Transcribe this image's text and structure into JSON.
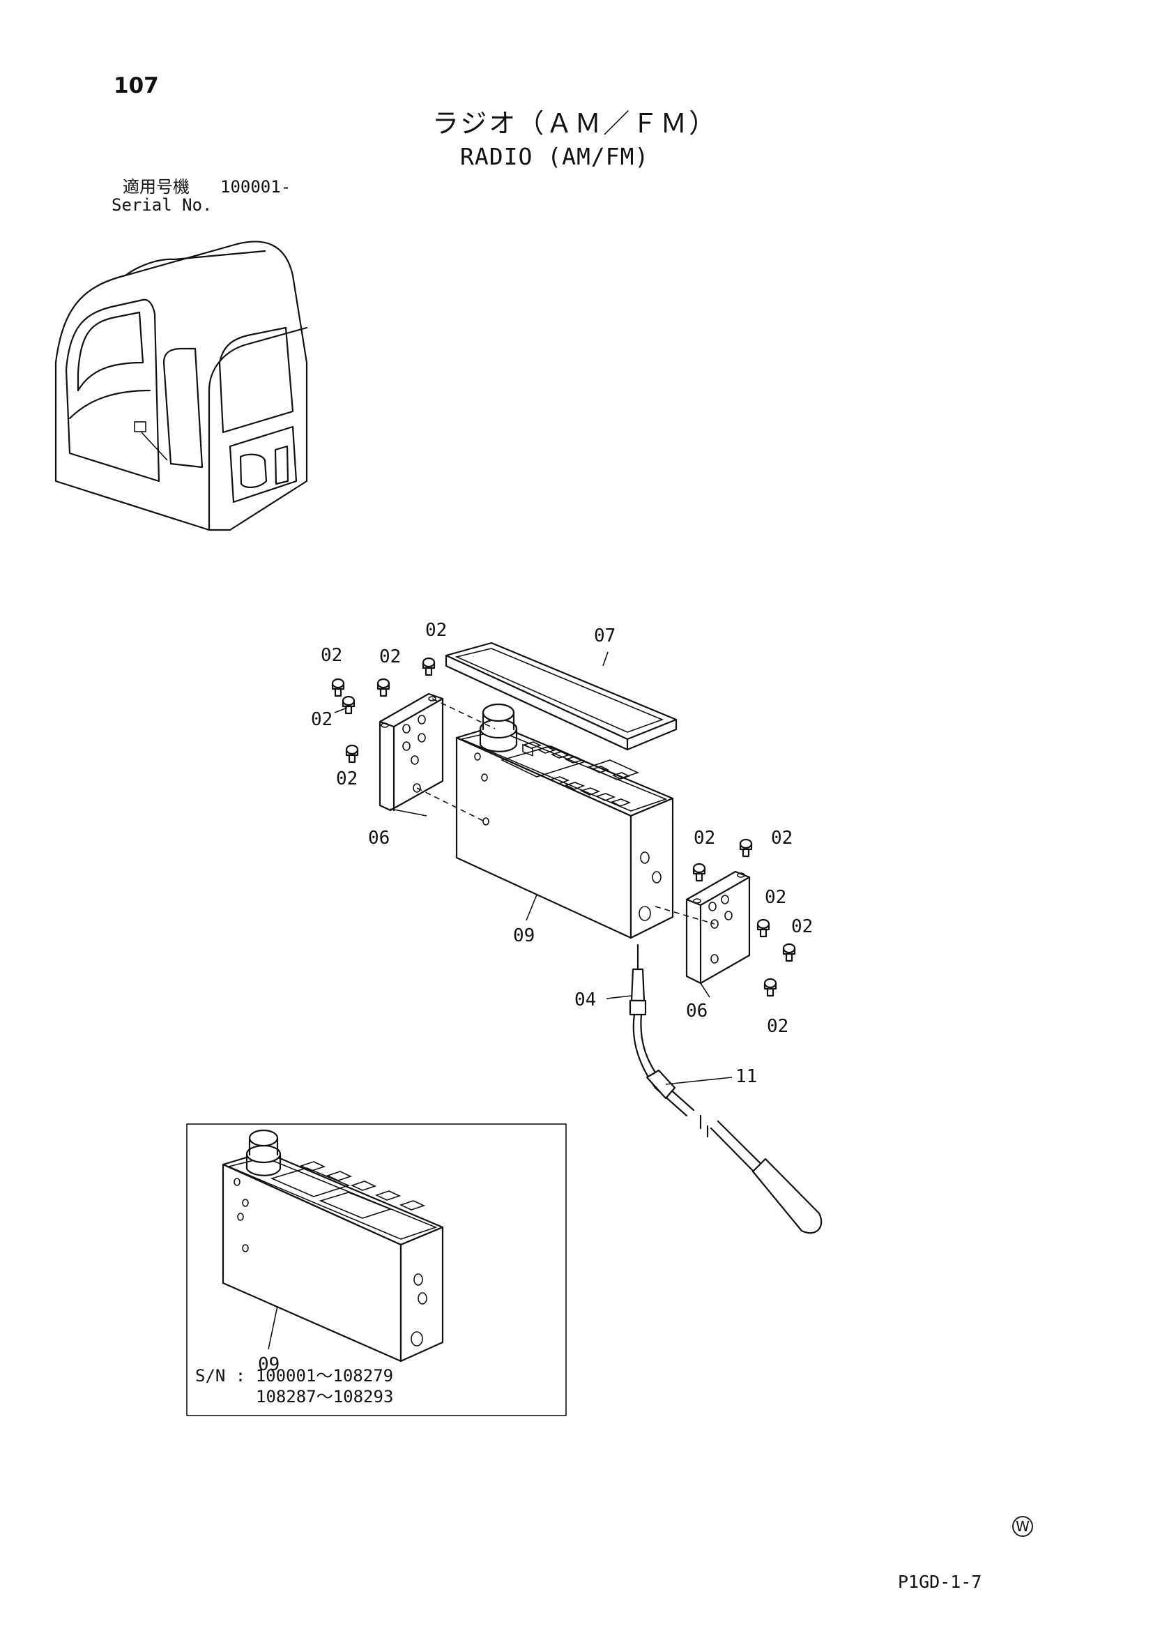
{
  "page": {
    "number": "107",
    "title_jp": "ラジオ（ＡＭ／ＦＭ）",
    "title_en": "RADIO (AM/FM)",
    "serial_label_jp": "適用号機",
    "serial_from": "100001-",
    "serial_label_en": "Serial No.",
    "page_code": "P1GD-1-7",
    "maker_mark": "W"
  },
  "inset": {
    "sn_prefix": "S/N :",
    "sn_range_1": "100001～108279",
    "sn_range_2": "108287～108293",
    "part_ref": "09"
  },
  "callouts": {
    "screw_a": "02",
    "screw_b": "02",
    "screw_c": "02",
    "screw_d": "02",
    "screw_e": "02",
    "screw_f": "02",
    "screw_g": "02",
    "screw_h": "02",
    "screw_i": "02",
    "screw_j": "02",
    "lid": "07",
    "bracket_left": "06",
    "bracket_right": "06",
    "radio": "09",
    "antenna": "04",
    "clamp": "11"
  }
}
